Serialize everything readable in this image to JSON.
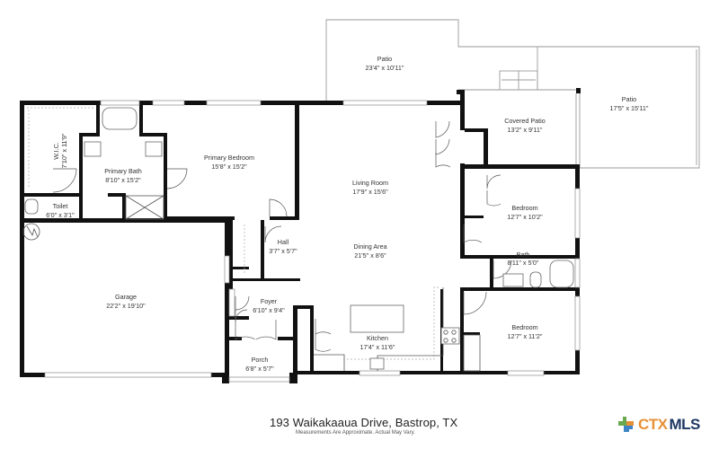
{
  "footer": {
    "address": "193 Waikakaaua Drive, Bastrop, TX",
    "disclaimer": "Measurements Are Approximate. Actual May Vary."
  },
  "logo": {
    "text_ctx": "CTX",
    "text_mls": "MLS",
    "colors": {
      "green": "#6aa84f",
      "orange": "#e69138",
      "blue": "#3d85c6",
      "navy": "#1f3864"
    }
  },
  "rooms": [
    {
      "id": "patio-1",
      "name": "Patio",
      "dims": "23'4\" x 10'11\""
    },
    {
      "id": "patio-2",
      "name": "Patio",
      "dims": "17'5\" x 15'11\""
    },
    {
      "id": "covered-patio",
      "name": "Covered Patio",
      "dims": "13'2\" x 9'11\""
    },
    {
      "id": "wic",
      "name": "W.I.C.",
      "dims": "7'10\" x 11'9\""
    },
    {
      "id": "primary-bath",
      "name": "Primary Bath",
      "dims": "8'10\" x 15'2\""
    },
    {
      "id": "primary-bedroom",
      "name": "Primary Bedroom",
      "dims": "15'8\" x 15'2\""
    },
    {
      "id": "toilet",
      "name": "Toilet",
      "dims": "6'0\" x 3'1\""
    },
    {
      "id": "living-room",
      "name": "Living Room",
      "dims": "17'9\" x 15'6\""
    },
    {
      "id": "bedroom-2",
      "name": "Bedroom",
      "dims": "12'7\" x 10'2\""
    },
    {
      "id": "hall",
      "name": "Hall",
      "dims": "3'7\" x 5'7\""
    },
    {
      "id": "dining-area",
      "name": "Dining Area",
      "dims": "21'5\" x 8'6\""
    },
    {
      "id": "bath",
      "name": "Bath",
      "dims": "8'11\" x 5'0\""
    },
    {
      "id": "garage",
      "name": "Garage",
      "dims": "22'2\" x 19'10\""
    },
    {
      "id": "foyer",
      "name": "Foyer",
      "dims": "6'10\" x 9'4\""
    },
    {
      "id": "bedroom-3",
      "name": "Bedroom",
      "dims": "12'7\" x 11'2\""
    },
    {
      "id": "kitchen",
      "name": "Kitchen",
      "dims": "17'4\" x 11'6\""
    },
    {
      "id": "porch",
      "name": "Porch",
      "dims": "6'8\" x 5'7\""
    }
  ]
}
